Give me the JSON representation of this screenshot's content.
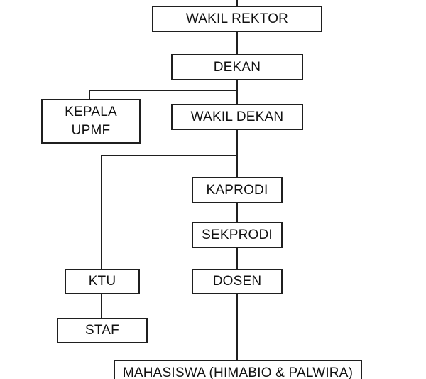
{
  "org_chart": {
    "wakil_rektor": "WAKIL REKTOR",
    "dekan": "DEKAN",
    "kepala_upmf_line1": "KEPALA",
    "kepala_upmf_line2": "UPMF",
    "wakil_dekan": "WAKIL DEKAN",
    "kaprodi": "KAPRODI",
    "sekprodi": "SEKPRODI",
    "dosen": "DOSEN",
    "ktu": "KTU",
    "staf": "STAF",
    "mahasiswa": "MAHASISWA (HIMABIO & PALWIRA)"
  }
}
